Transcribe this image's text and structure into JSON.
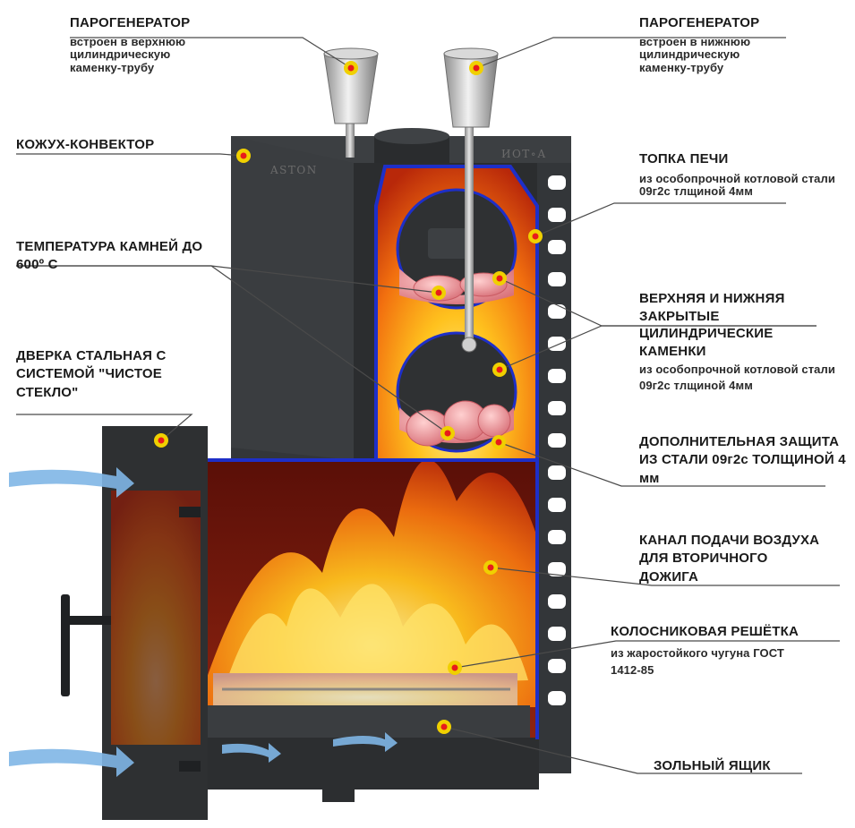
{
  "brand_left": "ASTON",
  "brand_right": "ИОТ∘А",
  "colors": {
    "steel": "#3a3d40",
    "steel_dark": "#26282a",
    "outline": "#1e2fc8",
    "fire": "#f07a12",
    "fire_light": "#ffd23a",
    "firebox": "#7a1a0e",
    "marker": "#f0d000",
    "marker_center": "#e81b1b",
    "air_arrow": "#7fb6e6"
  },
  "callouts": [
    {
      "id": "steam-top",
      "title": "ПАРОГЕНЕРАТОР",
      "sub": "встроен в верхнюю цилиндрическую каменку-трубу"
    },
    {
      "id": "steam-bottom",
      "title": "ПАРОГЕНЕРАТОР",
      "sub": "встроен в нижнюю цилиндрическую каменку-трубу"
    },
    {
      "id": "casing",
      "title": "КОЖУХ-КОНВЕКТОР",
      "sub": ""
    },
    {
      "id": "firebox",
      "title": "ТОПКА ПЕЧИ",
      "sub": "из особопрочной котловой стали 09г2с тлщиной 4мм"
    },
    {
      "id": "stone-temp",
      "title": "ТЕМПЕРАТУРА КАМНЕЙ ДО 600º С",
      "sub": ""
    },
    {
      "id": "stones",
      "title": "ВЕРХНЯЯ И НИЖНЯЯ ЗАКРЫТЫЕ ЦИЛИНДРИЧЕСКИЕ КАМЕНКИ",
      "sub": "из особопрочной котловой стали 09г2с тлщиной 4мм"
    },
    {
      "id": "door",
      "title": "ДВЕРКА СТАЛЬНАЯ С СИСТЕМОЙ \"ЧИСТОЕ СТЕКЛО\"",
      "sub": ""
    },
    {
      "id": "protection",
      "title": "ДОПОЛНИТЕЛЬНАЯ ЗАЩИТА ИЗ СТАЛИ 09г2с ТОЛЩИНОЙ 4 мм",
      "sub": ""
    },
    {
      "id": "air-channel",
      "title": "КАНАЛ ПОДАЧИ ВОЗДУХА ДЛЯ ВТОРИЧНОГО ДОЖИГА",
      "sub": ""
    },
    {
      "id": "grate",
      "title": "КОЛОСНИКОВАЯ РЕШЁТКА",
      "sub": "из жаростойкого чугуна ГОСТ 1412-85"
    },
    {
      "id": "ash-box",
      "title": "ЗОЛЬНЫЙ ЯЩИК",
      "sub": ""
    }
  ]
}
